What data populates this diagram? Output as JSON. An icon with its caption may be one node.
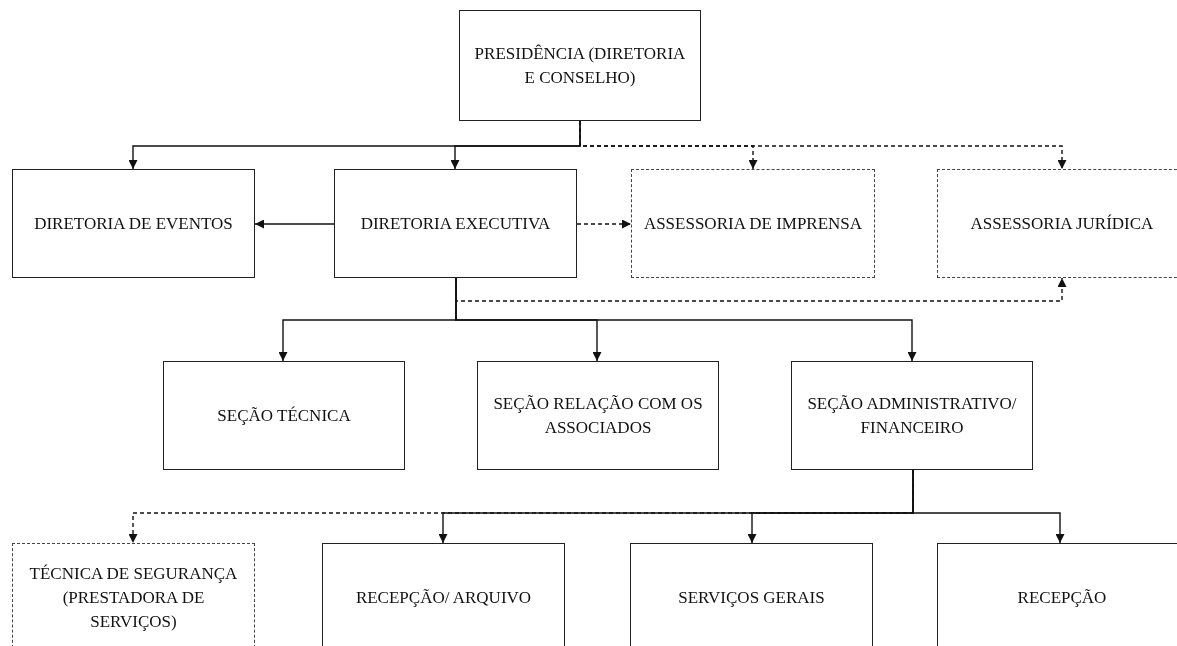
{
  "diagram": {
    "nodes": [
      {
        "text": [
          "PRESIDÊNCIA (DIRETORIA E CONSELHO)"
        ]
      },
      {
        "text": [
          "DIRETORIA DE EVENTOS"
        ]
      },
      {
        "text": [
          "DIRETORIA EXECUTIVA"
        ]
      },
      {
        "text": [
          "ASSESSORIA DE IMPRENSA"
        ]
      },
      {
        "text": [
          "ASSESSORIA JURÍDICA"
        ]
      },
      {
        "text": [
          "SEÇÃO TÉCNICA"
        ]
      },
      {
        "text": [
          "SEÇÃO RELAÇÃO COM OS ASSOCIADOS"
        ]
      },
      {
        "text": [
          "SEÇÃO ADMINISTRATIVO/ FINANCEIRO"
        ]
      },
      {
        "text": [
          "TÉCNICA DE SEGURANÇA (PRESTADORA DE SERVIÇOS)"
        ]
      },
      {
        "text": [
          "RECEPÇÃO/ ARQUIVO"
        ]
      },
      {
        "text": [
          "SERVIÇOS GERAIS"
        ]
      },
      {
        "text": [
          "RECEPÇÃO"
        ]
      }
    ],
    "edges": [
      {
        "from": 0,
        "to": 1,
        "arrow": "to"
      },
      {
        "from": 0,
        "to": 2,
        "arrow": "to"
      },
      {
        "from": 0,
        "to": 3,
        "arrow": "to",
        "style": "dashed"
      },
      {
        "from": 0,
        "to": 4,
        "arrow": "to",
        "style": "dashed"
      },
      {
        "from": 2,
        "to": 1,
        "arrow": "to"
      },
      {
        "from": 2,
        "to": 3,
        "arrow": "to",
        "style": "dashed"
      },
      {
        "from": 2,
        "to": 4,
        "arrow": "to",
        "style": "dashed"
      },
      {
        "from": 2,
        "to": 5,
        "arrow": "to"
      },
      {
        "from": 2,
        "to": 6,
        "arrow": "to"
      },
      {
        "from": 2,
        "to": 7,
        "arrow": "to"
      },
      {
        "from": 7,
        "to": 8,
        "arrow": "to",
        "style": "dashed"
      },
      {
        "from": 7,
        "to": 9,
        "arrow": "to"
      },
      {
        "from": 7,
        "to": 10,
        "arrow": "to"
      },
      {
        "from": 7,
        "to": 11,
        "arrow": "to"
      }
    ]
  }
}
